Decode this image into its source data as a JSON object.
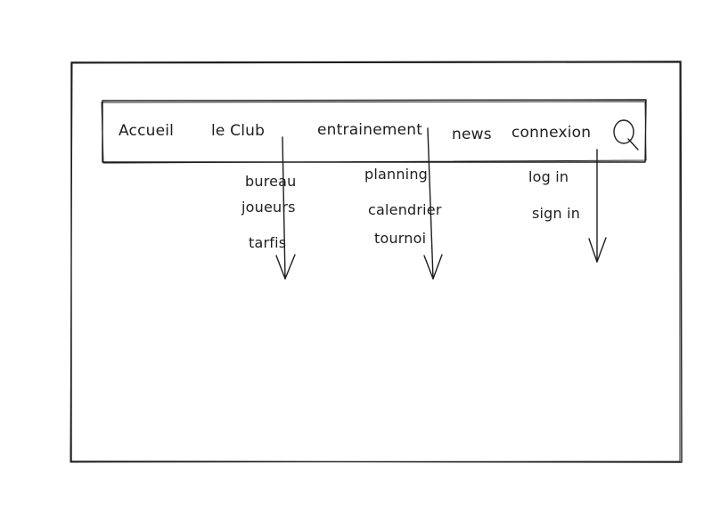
{
  "nav": {
    "items": [
      {
        "label": "Accueil"
      },
      {
        "label": "le Club"
      },
      {
        "label": "entrainement"
      },
      {
        "label": "news"
      },
      {
        "label": "connexion"
      }
    ],
    "search_icon": "search-icon"
  },
  "dropdowns": {
    "le_club": [
      "bureau",
      "joueurs",
      "tarfis"
    ],
    "entrainement": [
      "planning",
      "calendrier",
      "tournoi"
    ],
    "connexion": [
      "log in",
      "sign in"
    ]
  },
  "colors": {
    "stroke": "#1e1e1e",
    "background": "#ffffff"
  }
}
